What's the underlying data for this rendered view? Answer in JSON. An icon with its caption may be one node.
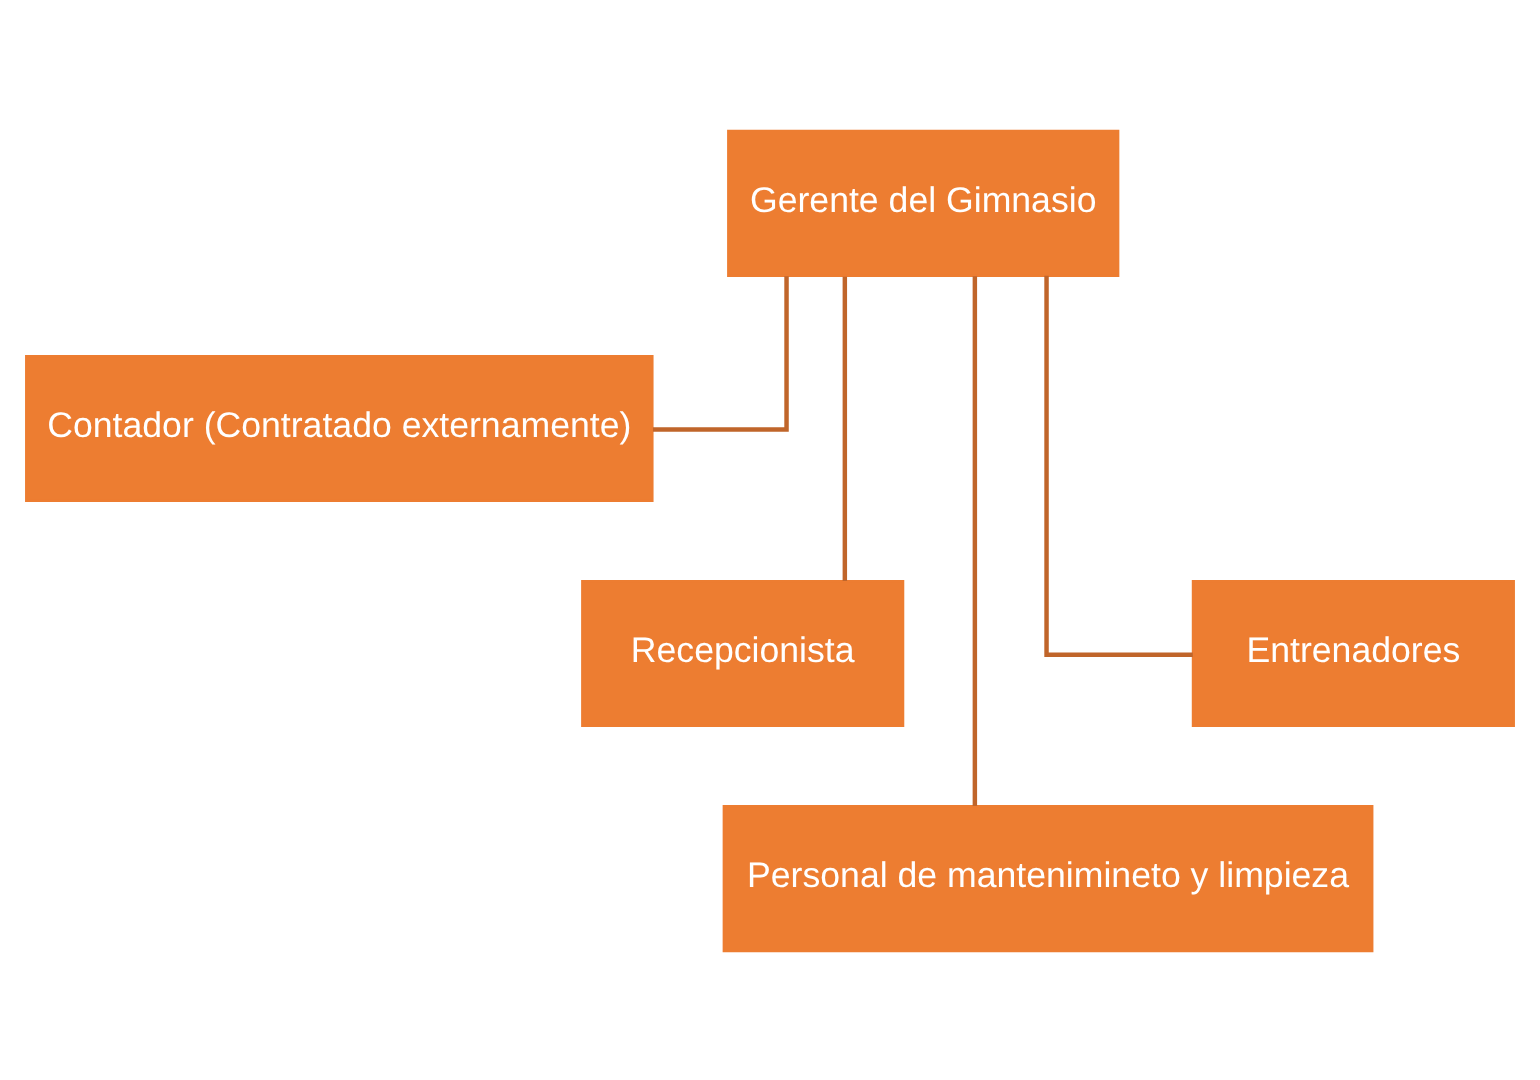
{
  "diagram": {
    "nodes": [
      {
        "text": [
          "Gerente del Gimnasio"
        ]
      },
      {
        "text": [
          "Contador (Contratado externamente)"
        ]
      },
      {
        "text": [
          "Recepcionista"
        ]
      },
      {
        "text": [
          "Personal de mantenimineto y limpieza"
        ]
      },
      {
        "text": [
          "Entrenadores"
        ]
      }
    ],
    "edges": [
      {
        "from": 0,
        "to": 1,
        "arrow": "none"
      },
      {
        "from": 0,
        "to": 2,
        "arrow": "none"
      },
      {
        "from": 0,
        "to": 3,
        "arrow": "none"
      },
      {
        "from": 0,
        "to": 4,
        "arrow": "none"
      }
    ]
  }
}
